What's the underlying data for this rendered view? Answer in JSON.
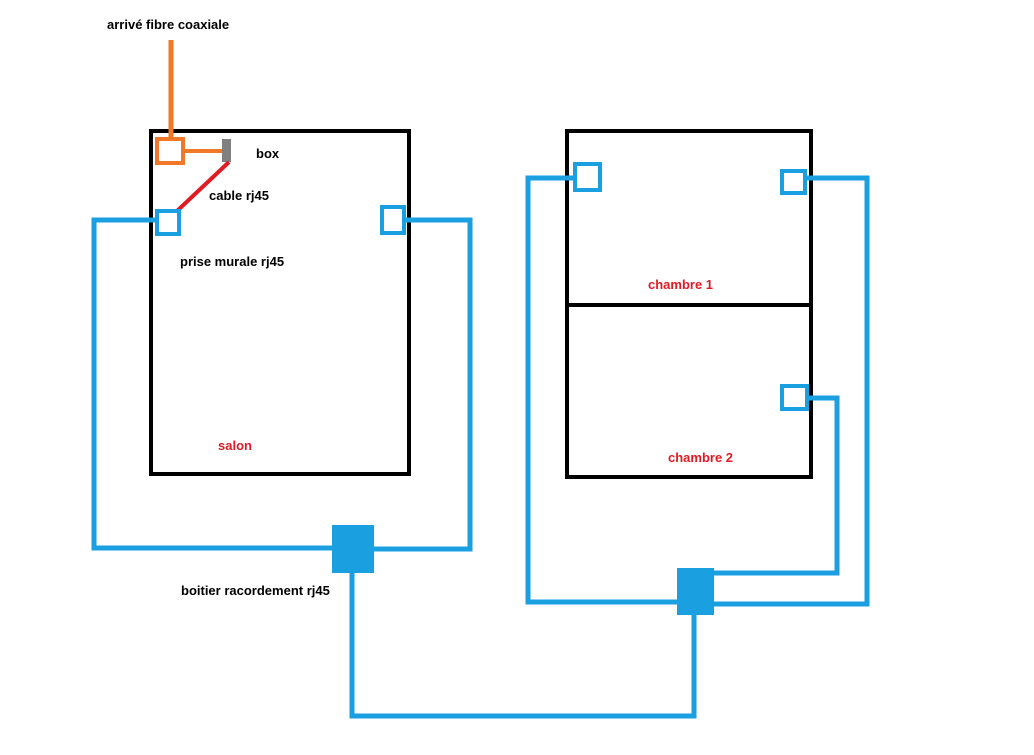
{
  "labels": {
    "fiber_input": "arrivé fibre coaxiale",
    "box": "box",
    "cable": "cable rj45",
    "wall_socket": "prise murale rj45",
    "living_room": "salon",
    "bedroom_1": "chambre 1",
    "bedroom_2": "chambre 2",
    "junction_box": "boitier racordement rj45"
  },
  "colors": {
    "walls": "#000000",
    "network_cable": "#1a9fe0",
    "fiber_cable": "#f07828",
    "rj45_patch": "#e01b24",
    "box_device": "#808080",
    "room_label": "#e01b24",
    "annotation": "#000000"
  }
}
